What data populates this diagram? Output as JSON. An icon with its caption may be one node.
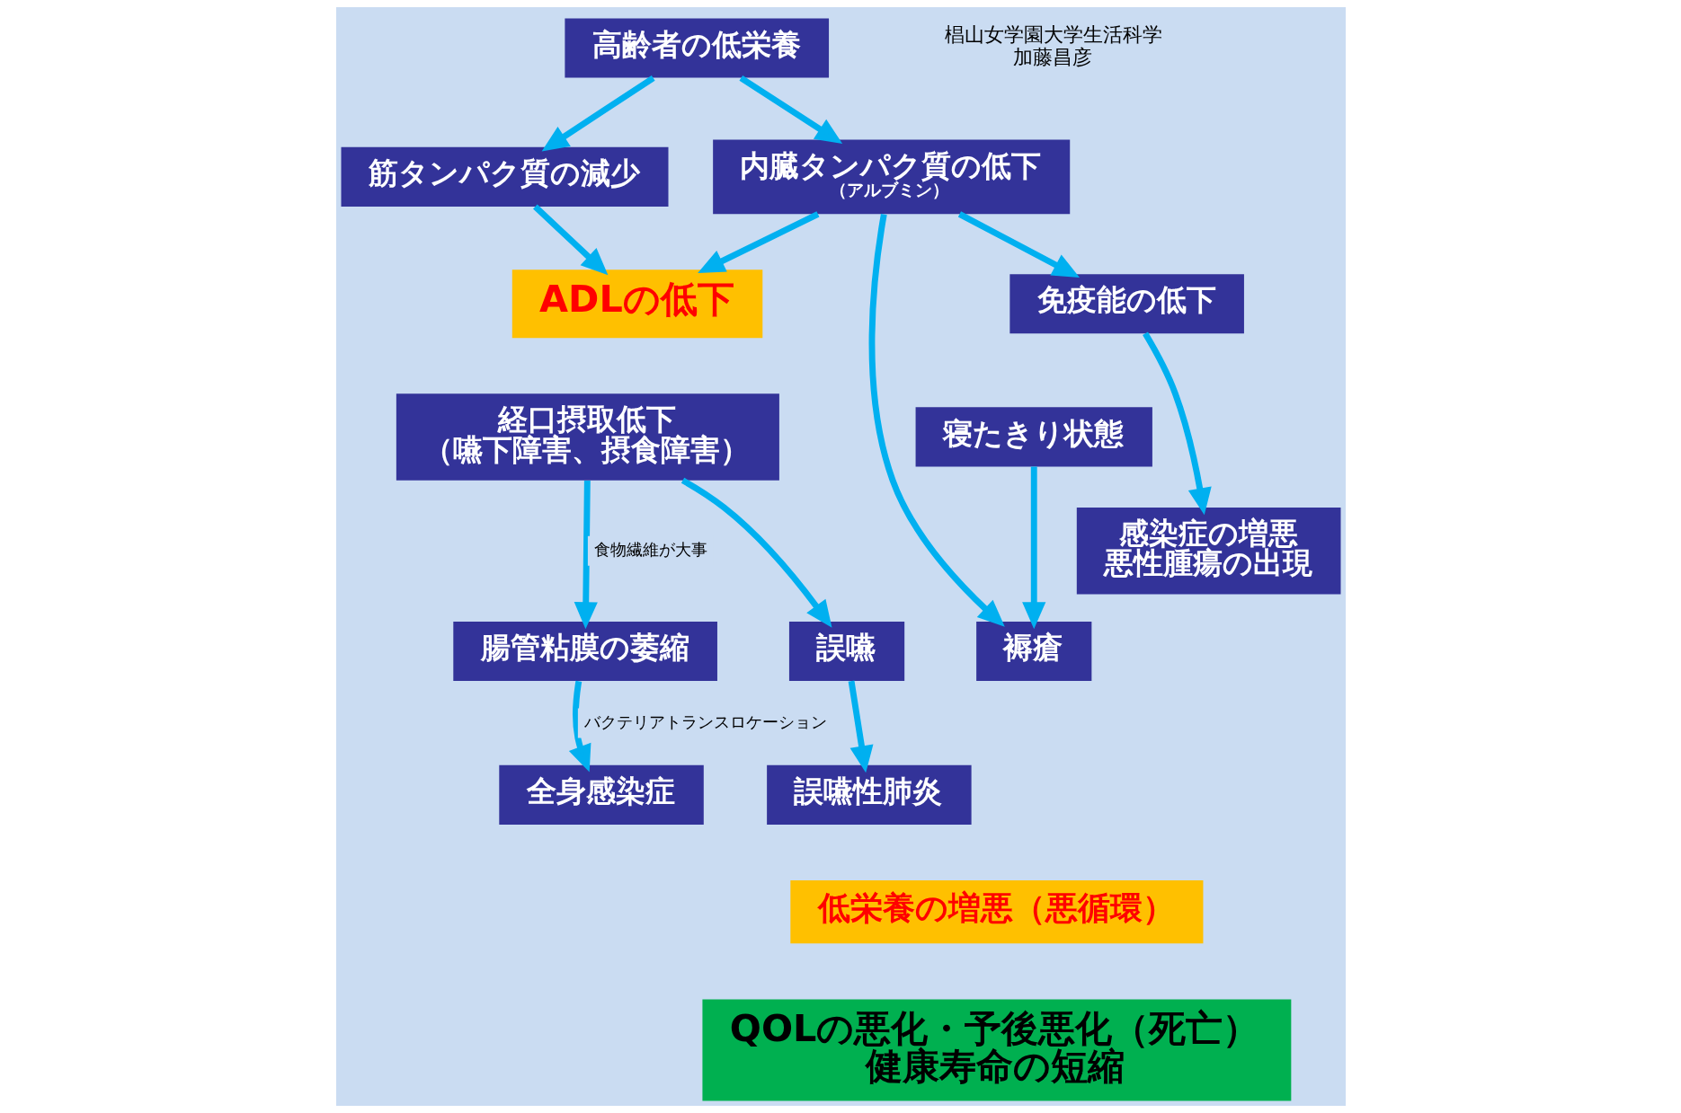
{
  "diagram": {
    "nodes": [
      {
        "text": [
          "高齢者の低栄養"
        ]
      },
      {
        "text": [
          "筋タンパク質の減少"
        ]
      },
      {
        "text": [
          "内臓タンパク質の低下",
          "（アルブミン）"
        ]
      },
      {
        "text": [
          "ADLの低下"
        ]
      },
      {
        "text": [
          "経口摂取低下",
          "（嚥下障害、摂食障害）"
        ]
      },
      {
        "text": [
          "寝たきり状態"
        ]
      },
      {
        "text": [
          "免疫能の低下"
        ]
      },
      {
        "text": [
          "腸管粘膜の萎縮"
        ]
      },
      {
        "text": [
          "誤嚥"
        ]
      },
      {
        "text": [
          "全身感染症"
        ]
      },
      {
        "text": [
          "誤嚥性肺炎"
        ]
      },
      {
        "text": [
          "褥瘡"
        ]
      },
      {
        "text": [
          "感染症の増悪",
          "悪性腫瘍の出現"
        ]
      },
      {
        "text": [
          "低栄養の増悪（悪循環）"
        ]
      },
      {
        "text": [
          "QOLの悪化・予後悪化（死亡）",
          "健康寿命の短縮"
        ]
      }
    ],
    "edges": [
      {
        "from": 0,
        "to": 1,
        "arrow": "to"
      },
      {
        "from": 0,
        "to": 2,
        "arrow": "to"
      },
      {
        "from": 1,
        "to": 3,
        "arrow": "to"
      },
      {
        "from": 2,
        "to": 3,
        "arrow": "to"
      },
      {
        "from": 2,
        "to": 11,
        "arrow": "to"
      },
      {
        "from": 2,
        "to": 6,
        "arrow": "to"
      },
      {
        "from": 4,
        "to": 7,
        "arrow": "to",
        "label": "食物繊維が大事"
      },
      {
        "from": 4,
        "to": 8,
        "arrow": "to"
      },
      {
        "from": 5,
        "to": 11,
        "arrow": "to"
      },
      {
        "from": 6,
        "to": 12,
        "arrow": "to"
      },
      {
        "from": 7,
        "to": 9,
        "arrow": "to",
        "label": "バクテリアトランスロケーション"
      },
      {
        "from": 8,
        "to": 10,
        "arrow": "to"
      }
    ],
    "labels": [
      "椙山女学園大学生活科学",
      "加藤昌彦"
    ]
  }
}
